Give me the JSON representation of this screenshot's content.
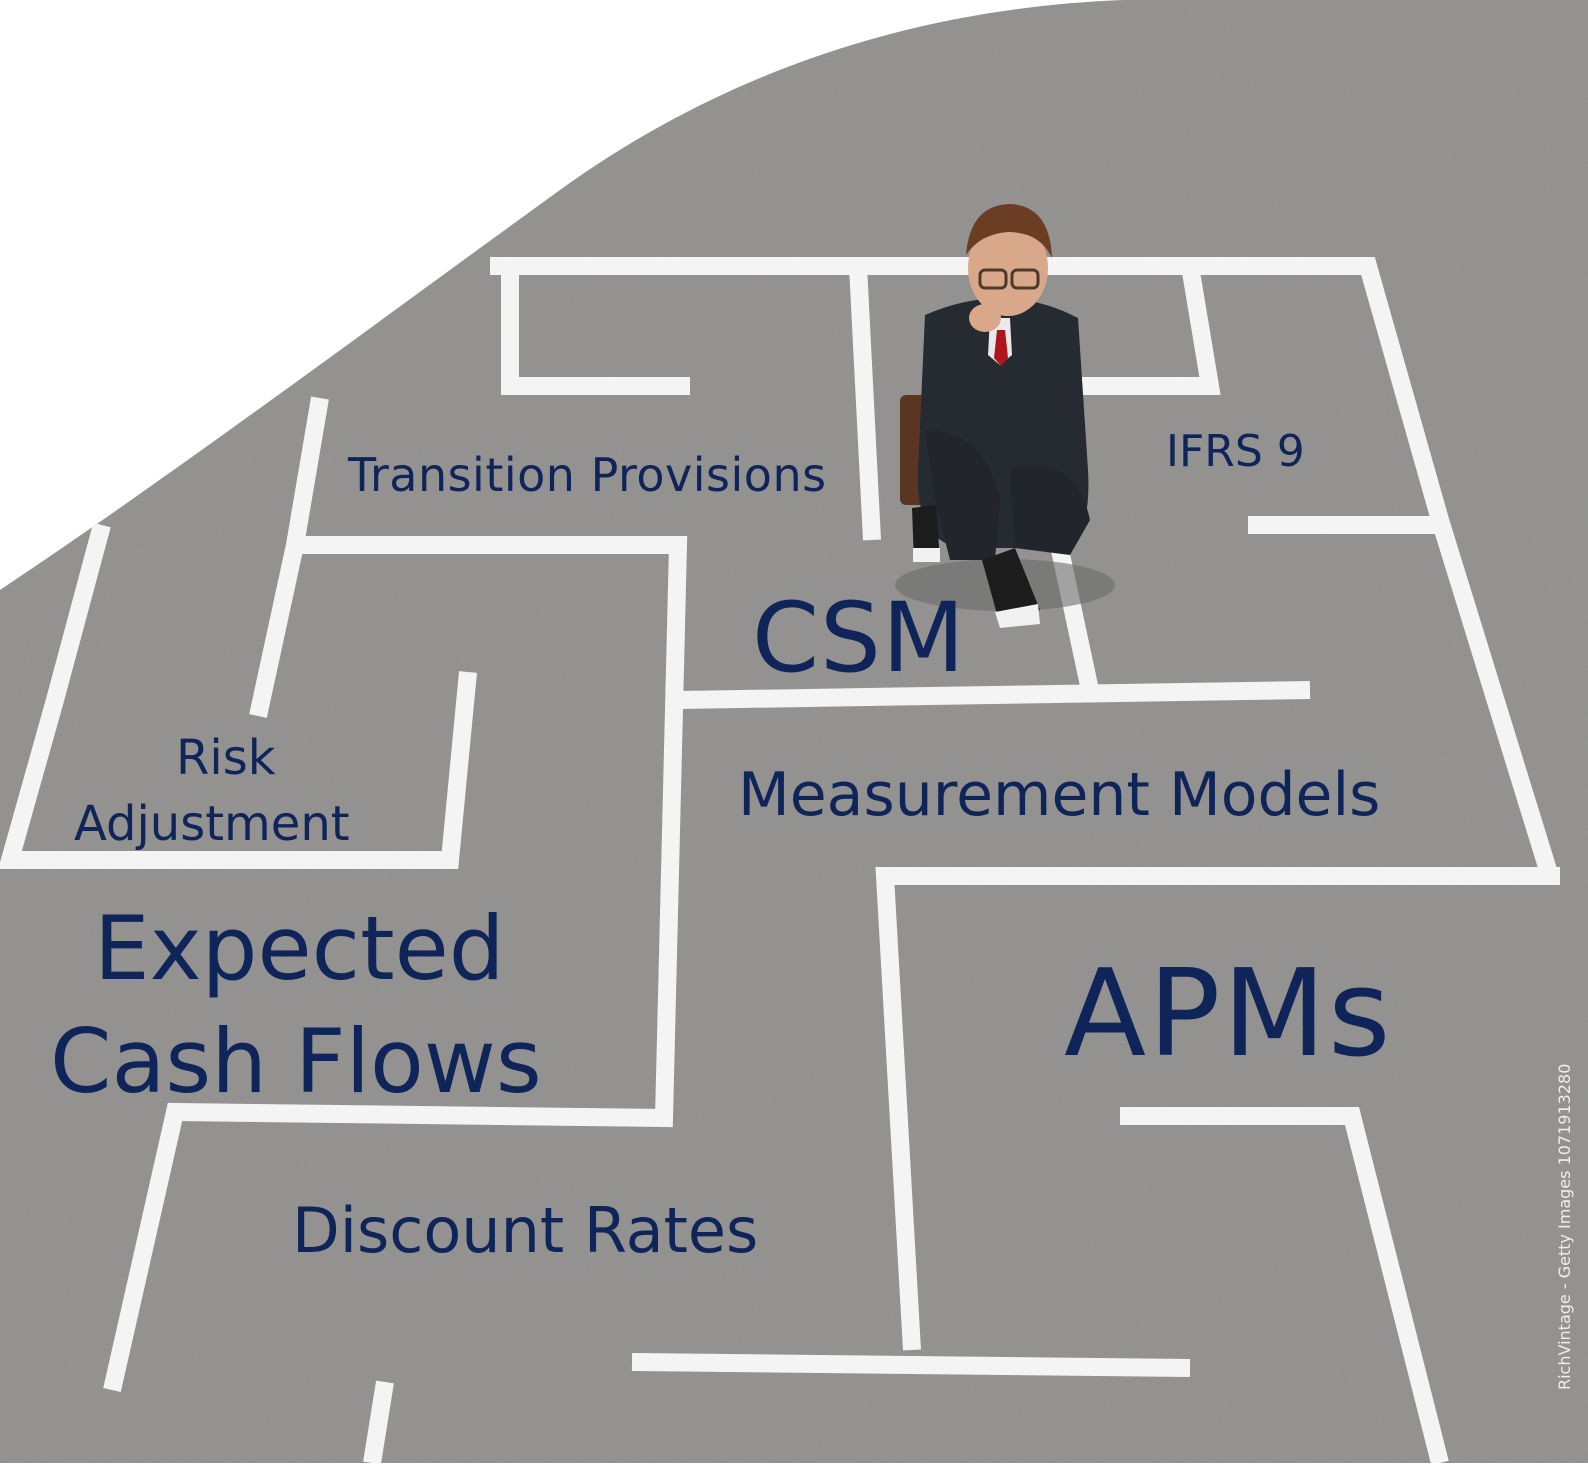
{
  "labels": {
    "transition": "Transition Provisions",
    "ifrs": "IFRS 9",
    "csm": "CSM",
    "risk_line1": "Risk",
    "risk_line2": "Adjustment",
    "measurement": "Measurement Models",
    "expected_line1": "Expected",
    "expected_line2": "Cash Flows",
    "apms": "APMs",
    "discount": "Discount Rates"
  },
  "credit": "RichVintage - Getty Images 1071913280",
  "colors": {
    "label_text": "#0f2458",
    "asphalt": "#8e8d8b",
    "maze_lines": "#f4f4f4",
    "background": "#ffffff"
  },
  "icons": [
    "businessman-boy-figure"
  ]
}
